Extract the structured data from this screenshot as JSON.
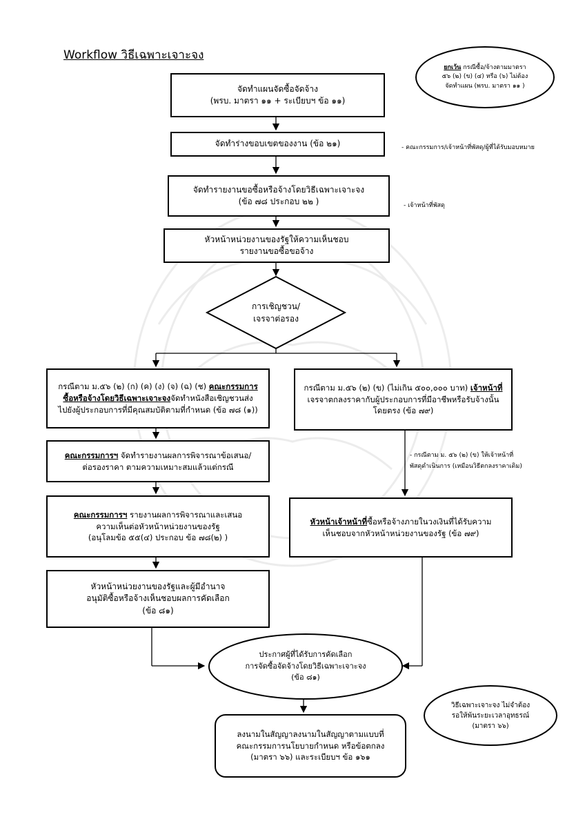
{
  "title": "Workflow วิธีเฉพาะเจาะจง",
  "exception_note": {
    "bold": "ยกเว้น",
    "lines_first_rest": " กรณีซื้อ/จ้างตามมาตรา",
    "line2": "๕๖ (๒) (ข) (๔) หรือ (๖) ไม่ต้อง",
    "line3": "จัดทำแผน (พรบ. มาตรา ๑๑ )"
  },
  "steps": {
    "s1": [
      "จัดทำแผนจัดซื้อจัดจ้าง",
      "(พรบ. มาตรา ๑๑ + ระเบียบฯ ข้อ ๑๑)"
    ],
    "s2": [
      "จัดทำร่างขอบเขตของงาน (ข้อ ๒๑)"
    ],
    "s3": [
      "จัดทำรายงานขอซื้อหรือจ้างโดยวิธีเฉพาะเจาะจง",
      "(ข้อ ๗๘ ประกอบ ๒๒ )"
    ],
    "s4": [
      "หัวหน้าหน่วยงานของรัฐให้ความเห็นชอบ",
      "รายงานขอซื้อขอจ้าง"
    ],
    "decision": [
      "การเชิญชวน/",
      "เจรจาต่อรอง"
    ],
    "left1": {
      "l1_pre": "กรณีตาม ม.๕๖ (๒) (ก) (ค) (ง) (จ) (ฉ) (ช) ",
      "l1_bold": "คณะกรรมการ",
      "l2_bold": "ซื้อหรือจ้างโดยวิธีเฉพาะเจาะจง",
      "l2_rest": "จัดทำหนังสือเชิญชวนส่ง",
      "l3": "ไปยังผู้ประกอบการที่มีคุณสมบัติตามที่กำหนด (ข้อ ๗๘ (๑))"
    },
    "left2": {
      "l1_bold": "คณะกรรมการฯ",
      "l1_rest": " จัดทำรายงานผลการพิจารณาข้อเสนอ/",
      "l2": "ต่อรองราคา ตามความเหมาะสมแล้วแต่กรณี"
    },
    "left3": {
      "l1_bold": "คณะกรรมการฯ",
      "l1_rest": " รายงานผลการพิจารณาและเสนอ",
      "l2": "ความเห็นต่อหัวหน้าหน่วยงานของรัฐ",
      "l3": "(อนุโลมข้อ ๕๕(๔) ประกอบ ข้อ ๗๘(๒) )"
    },
    "left4": [
      "หัวหน้าหน่วยงานของรัฐและผู้มีอำนาจ",
      "อนุมัติซื้อหรือจ้างเห็นชอบผลการคัดเลือก",
      "(ข้อ ๘๑)"
    ],
    "right1": {
      "l1_pre": "กรณีตาม ม.๕๖ (๒) (ข) (ไม่เกิน ๕๐๐,๐๐๐ บาท) ",
      "l1_bold": "เจ้าหน้าที่",
      "l2": "เจรจาตกลงราคากับผู้ประกอบการที่มีอาชีพหรือรับจ้างนั้น",
      "l3": "โดยตรง (ข้อ ๗๙)"
    },
    "right2": {
      "l1_bold": "หัวหน้าเจ้าหน้าที่",
      "l1_rest": "ซื้อหรือจ้างภายในวงเงินที่ได้รับความ",
      "l2": "เห็นชอบจากหัวหน้าหน่วยงานของรัฐ (ข้อ ๗๙)"
    },
    "announce": [
      "ประกาศผู้ที่ได้รับการคัดเลือก",
      "การจัดซื้อจัดจ้างโดยวิธีเฉพาะเจาะจง",
      "(ข้อ ๘๑)"
    ],
    "contract": [
      "ลงนามในสัญญาลงนามในสัญญาตามแบบที่",
      "คณะกรรมการนโยบายกำหนด หรือข้อตกลง",
      "(มาตรา ๖๖) และระเบียบฯ ข้อ ๑๖๑"
    ]
  },
  "notes": {
    "n_s2": "- คณะกรรมการ/เจ้าหน้าที่พัสดุ/ผู้ที่ได้รับมอบหมาย",
    "n_s3": "- เจ้าหน้าที่พัสดุ",
    "n_right": [
      "- กรณีตาม ม. ๕๖ (๒) (ข) ให้เจ้าหน้าที่",
      "พัสดุดำเนินการ (เหมือนวิธีตกลงราคาเดิม)"
    ],
    "n_contract": [
      "วิธีเฉพาะเจาะจง ไม่จำต้อง",
      "รอให้พ้นระยะเวลาอุทธรณ์",
      "(มาตรา ๖๖)"
    ]
  }
}
